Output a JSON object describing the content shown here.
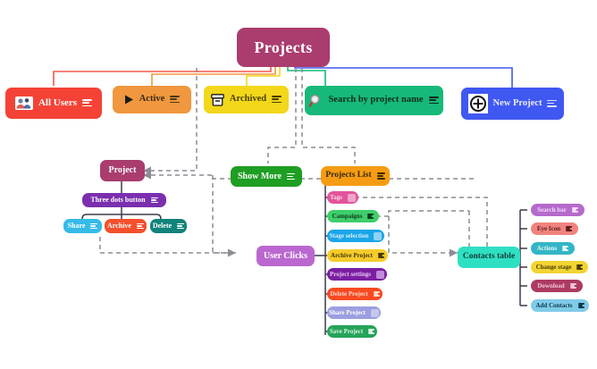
{
  "title": "Projects mind map",
  "root": {
    "label": "Projects",
    "color": "#AA3C6E",
    "text_color": "#ffffff"
  },
  "top_level": [
    {
      "label": "All Users",
      "icon": "users-icon",
      "color": "#F44336",
      "text_color": "#ffffff",
      "line_color": "#F2584B"
    },
    {
      "label": "Active",
      "icon": "play-icon",
      "color": "#F0973F",
      "text_color": "#3a2a10",
      "line_color": "#F0973F"
    },
    {
      "label": "Archived",
      "icon": "archive-icon",
      "color": "#F2D71A",
      "text_color": "#4a3f00",
      "line_color": "#F2D71A"
    },
    {
      "label": "Search by project name",
      "icon": "search-icon",
      "color": "#16B979",
      "text_color": "#10301f",
      "line_color": "#16B979"
    },
    {
      "label": "New Project",
      "icon": "plus-circle-icon",
      "color": "#4058F2",
      "text_color": "#e8ecff",
      "line_color": "#4058F2"
    }
  ],
  "branches": {
    "project": {
      "label": "Project",
      "color": "#AA3C6E",
      "text_color": "#ffffff"
    },
    "three_dots": {
      "label": "Three dots button",
      "color": "#7B2FAF",
      "text_color": "#ffffff",
      "icon": "note-icon"
    },
    "show_more": {
      "label": "Show More",
      "color": "#1E9E22",
      "text_color": "#ffffff",
      "icon": "note-icon"
    },
    "projects_list": {
      "label": "Projects List",
      "color": "#F59C13",
      "text_color": "#3a2a05",
      "icon": "note-icon"
    },
    "user_clicks": {
      "label": "User Clicks",
      "color": "#BA68D0",
      "text_color": "#ffffff"
    },
    "contacts_table": {
      "label": "Contacts table",
      "color": "#2EE0C2",
      "text_color": "#0f3c35"
    }
  },
  "three_dots_children": [
    {
      "label": "Share",
      "color": "#35BBE8",
      "text_color": "#ffffff",
      "icon": "note-icon"
    },
    {
      "label": "Archive",
      "color": "#F4502D",
      "text_color": "#ffffff",
      "icon": "note-icon"
    },
    {
      "label": "Delete",
      "color": "#11837A",
      "text_color": "#ffffff",
      "icon": "note-icon"
    }
  ],
  "projects_list_children": [
    {
      "label": "Tags",
      "color": "#E3539B",
      "text_color": "#ffd9ea",
      "icon": "square-note-icon"
    },
    {
      "label": "Campaigns",
      "color": "#3ECE6A",
      "text_color": "#0f3d1c",
      "icon": "note-icon"
    },
    {
      "label": "Stage selection",
      "color": "#1BA6E8",
      "text_color": "#d8f0ff",
      "icon": "square-note-icon"
    },
    {
      "label": "Archive Project",
      "color": "#F6CB2A",
      "text_color": "#46380a",
      "icon": "note-icon"
    },
    {
      "label": "Project settings",
      "color": "#7B1FA2",
      "text_color": "#e5c7f2",
      "icon": "square-note-icon"
    },
    {
      "label": "Delete Project",
      "color": "#F74A22",
      "text_color": "#ffd9cd",
      "icon": "note-icon"
    },
    {
      "label": "Share Project",
      "color": "#9B9EE0",
      "text_color": "#ffffff",
      "icon": "square-note-icon"
    },
    {
      "label": "Save Project",
      "color": "#26A35A",
      "text_color": "#d6f5e2",
      "icon": "note-icon"
    }
  ],
  "contacts_table_children": [
    {
      "label": "Search bar",
      "color": "#B569CC",
      "text_color": "#f3dcfa",
      "icon": "note-icon"
    },
    {
      "label": "Eye Icon",
      "color": "#F0827E",
      "text_color": "#5a1d1b",
      "icon": "note-icon"
    },
    {
      "label": "Actions",
      "color": "#33B5C6",
      "text_color": "#e2f7fa",
      "icon": "note-icon"
    },
    {
      "label": "Change stage",
      "color": "#F2D431",
      "text_color": "#4a3d05",
      "icon": "note-icon"
    },
    {
      "label": "Download",
      "color": "#AD3A63",
      "text_color": "#f2c6d6",
      "icon": "note-icon"
    },
    {
      "label": "Add Contacts",
      "color": "#7FCBE8",
      "text_color": "#0f3a4d",
      "icon": "note-icon"
    }
  ],
  "link_colors": {
    "dashed": "#8C8C96",
    "solid_dark": "#3B3B4D"
  }
}
